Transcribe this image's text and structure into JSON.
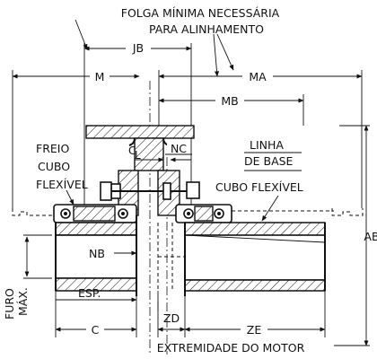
{
  "labels": {
    "folga_l1": "FOLGA MÍNIMA NECESSÁRIA",
    "folga_l2": "PARA ALINHAMENTO",
    "jb": "JB",
    "m": "M",
    "ma": "MA",
    "mb": "MB",
    "nc": "NC",
    "freio": "FREIO",
    "cubo": "CUBO",
    "flexivel": "FLEXÍVEL",
    "linha": "LINHA",
    "de_base": "DE BASE",
    "cubo_flexivel": "CUBO FLEXÍVEL",
    "ab": "AB",
    "nb": "NB",
    "esp": "ESP.",
    "furo": "FURO",
    "max": "MÁX.",
    "c": "C",
    "zd": "ZD",
    "ze": "ZE",
    "extremidade": "EXTREMIDADE DO MOTOR",
    "cl_c": "C",
    "cl_l": "L"
  }
}
